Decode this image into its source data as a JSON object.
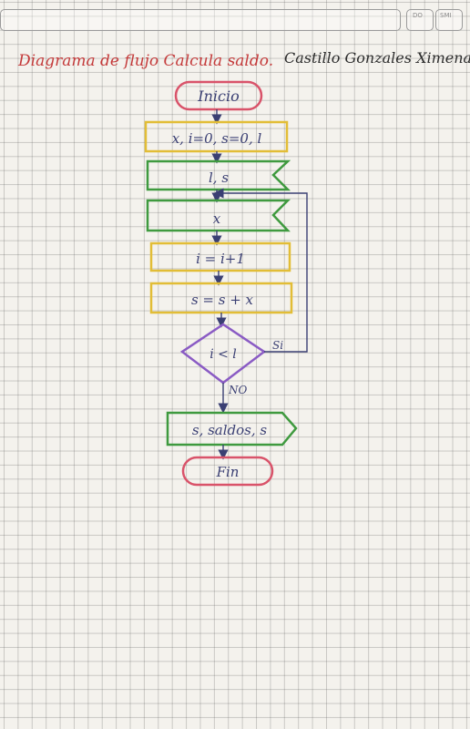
{
  "header": {
    "date_labels": [
      "DO",
      "SMI"
    ],
    "title": "Diagrama de flujo Calcula saldo.",
    "author": "Castillo Gonzales Ximena"
  },
  "flow": {
    "start": "Inicio",
    "init": "x, i=0, s=0, l",
    "input_1": "l, s",
    "input_2": "x",
    "process_1": "i = i+1",
    "process_2": "s = s + x",
    "decision": "i < l",
    "yes_label": "Si",
    "no_label": "NO",
    "output": "s, saldos, s",
    "end": "Fin"
  },
  "colors": {
    "terminal": "#d9536a",
    "process": "#e2bd36",
    "io": "#3f9a3f",
    "decision": "#8a5bc4",
    "ink": "#3a3f73",
    "title_red": "#c43a3a"
  }
}
